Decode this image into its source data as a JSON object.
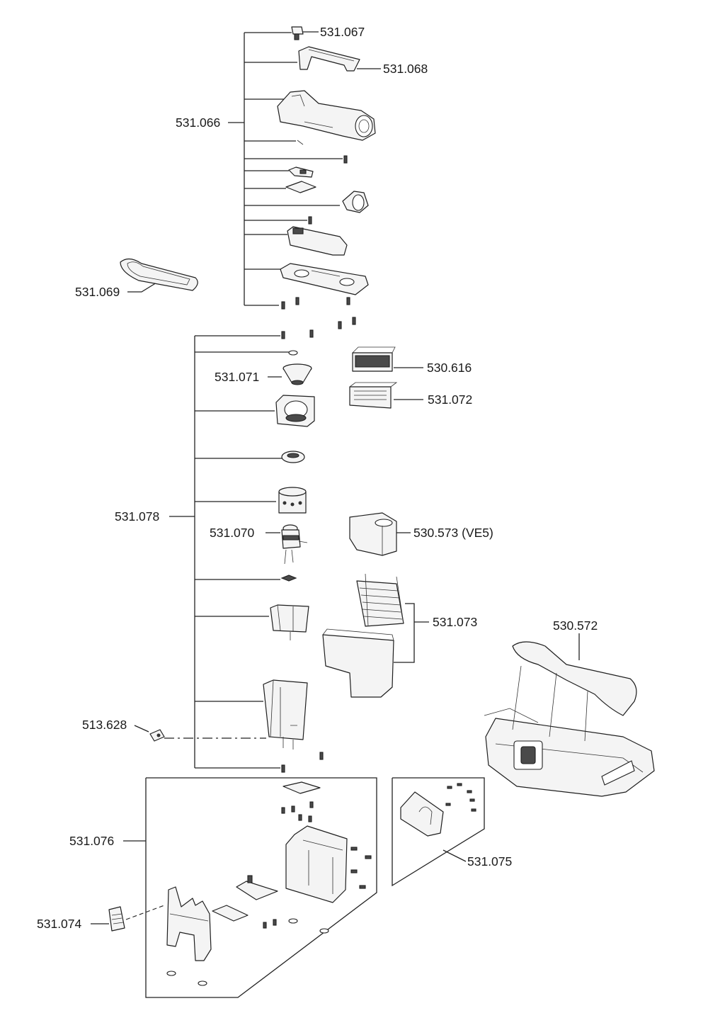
{
  "labels": {
    "p531067": "531.067",
    "p531068": "531.068",
    "p531066": "531.066",
    "p531069": "531.069",
    "p530616": "530.616",
    "p531071": "531.071",
    "p531072": "531.072",
    "p531078": "531.078",
    "p531070": "531.070",
    "p530573": "530.573 (VE5)",
    "p531073": "531.073",
    "p530572": "530.572",
    "p513628": "513.628",
    "p531076": "531.076",
    "p531075": "531.075",
    "p531074": "531.074"
  }
}
